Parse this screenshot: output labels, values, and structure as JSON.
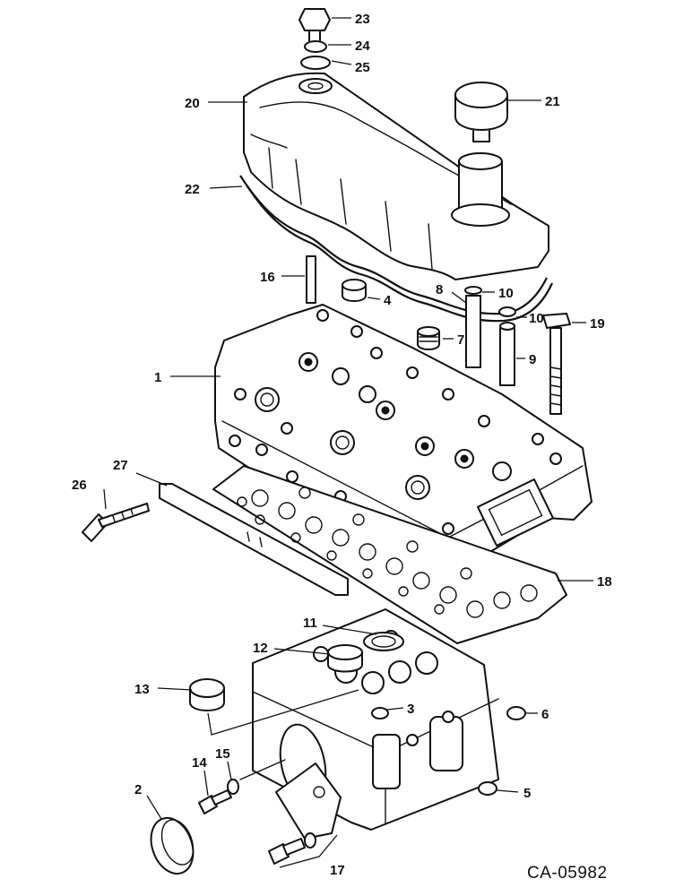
{
  "drawing_code": "CA-05982",
  "callouts": [
    "1",
    "2",
    "3",
    "4",
    "5",
    "6",
    "7",
    "8",
    "9",
    "10",
    "10",
    "11",
    "12",
    "13",
    "14",
    "15",
    "16",
    "17",
    "18",
    "19",
    "20",
    "21",
    "22",
    "23",
    "24",
    "25",
    "26",
    "27"
  ]
}
